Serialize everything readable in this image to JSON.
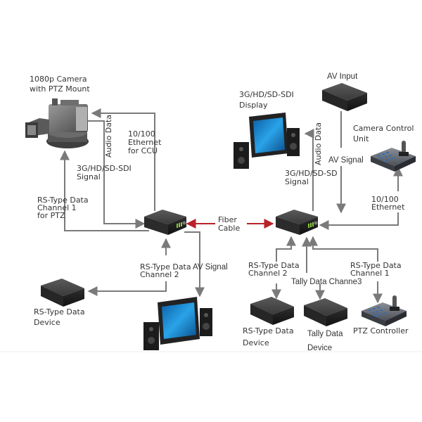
{
  "colors": {
    "wire": "#7a7a7a",
    "fiber": "#b8222a",
    "label_text": "#333333",
    "device_dark": "#2b2b2b",
    "screen_blue": "#1e8fd6",
    "led_green": "#8cc63f"
  },
  "devices": {
    "camera": {
      "label_line1": "1080p Camera",
      "label_line2": "with PTZ Mount",
      "icon": "camera-icon"
    },
    "sdi_display": {
      "label_line1": "3G/HD/SD-SDI",
      "label_line2": "Display",
      "icon": "monitor-speakers-icon"
    },
    "av_input": {
      "label": "AV Input",
      "icon": "box-device-icon"
    },
    "ccu": {
      "label_line1": "Camera Control",
      "label_line2": "Unit",
      "icon": "control-keyboard-icon"
    },
    "left_extender": {
      "icon": "fiber-extender-icon"
    },
    "right_extender": {
      "icon": "fiber-extender-icon"
    },
    "left_rs_device": {
      "label_line1": "RS-Type Data",
      "label_line2": "Device",
      "icon": "box-device-icon"
    },
    "bottom_display": {
      "icon": "monitor-speakers-icon"
    },
    "right_rs_device": {
      "label_line1": "RS-Type Data",
      "label_line2": "Device",
      "icon": "box-device-icon"
    },
    "tally_device": {
      "label_line1": "Tally Data",
      "label_line2": "Device",
      "icon": "box-device-icon"
    },
    "ptz_controller": {
      "label": "PTZ Controller",
      "icon": "control-keyboard-icon"
    }
  },
  "connections": {
    "audio_data_left": "Audio Data",
    "ethernet_ccu": {
      "line1": "10/100",
      "line2": "Ethernet",
      "line3": "for CCU"
    },
    "sdi_signal_left": {
      "line1": "3G/HD/SD-SDI",
      "line2": "Signal"
    },
    "rs_ch1_ptz": {
      "line1": "RS-Type Data",
      "line2": "Channel 1",
      "line3": "for PTZ"
    },
    "fiber": {
      "line1": "Fiber",
      "line2": "Cable"
    },
    "rs_ch2_left": {
      "line1": "RS-Type Data",
      "line2": "Channel 2"
    },
    "av_signal_left": "AV Signal",
    "audio_data_right": "Audio Data",
    "av_signal_right": "AV Signal",
    "sdi_signal_right": {
      "line1": "3G/HD/SD-SD",
      "line2": "Signal"
    },
    "ethernet_right": {
      "line1": "10/100",
      "line2": "Ethernet"
    },
    "rs_ch2_right": {
      "line1": "RS-Type Data",
      "line2": "Channel 2"
    },
    "tally_ch3": "Tally Data Channe3",
    "rs_ch1_right": {
      "line1": "RS-Type Data",
      "line2": "Channel 1"
    }
  }
}
